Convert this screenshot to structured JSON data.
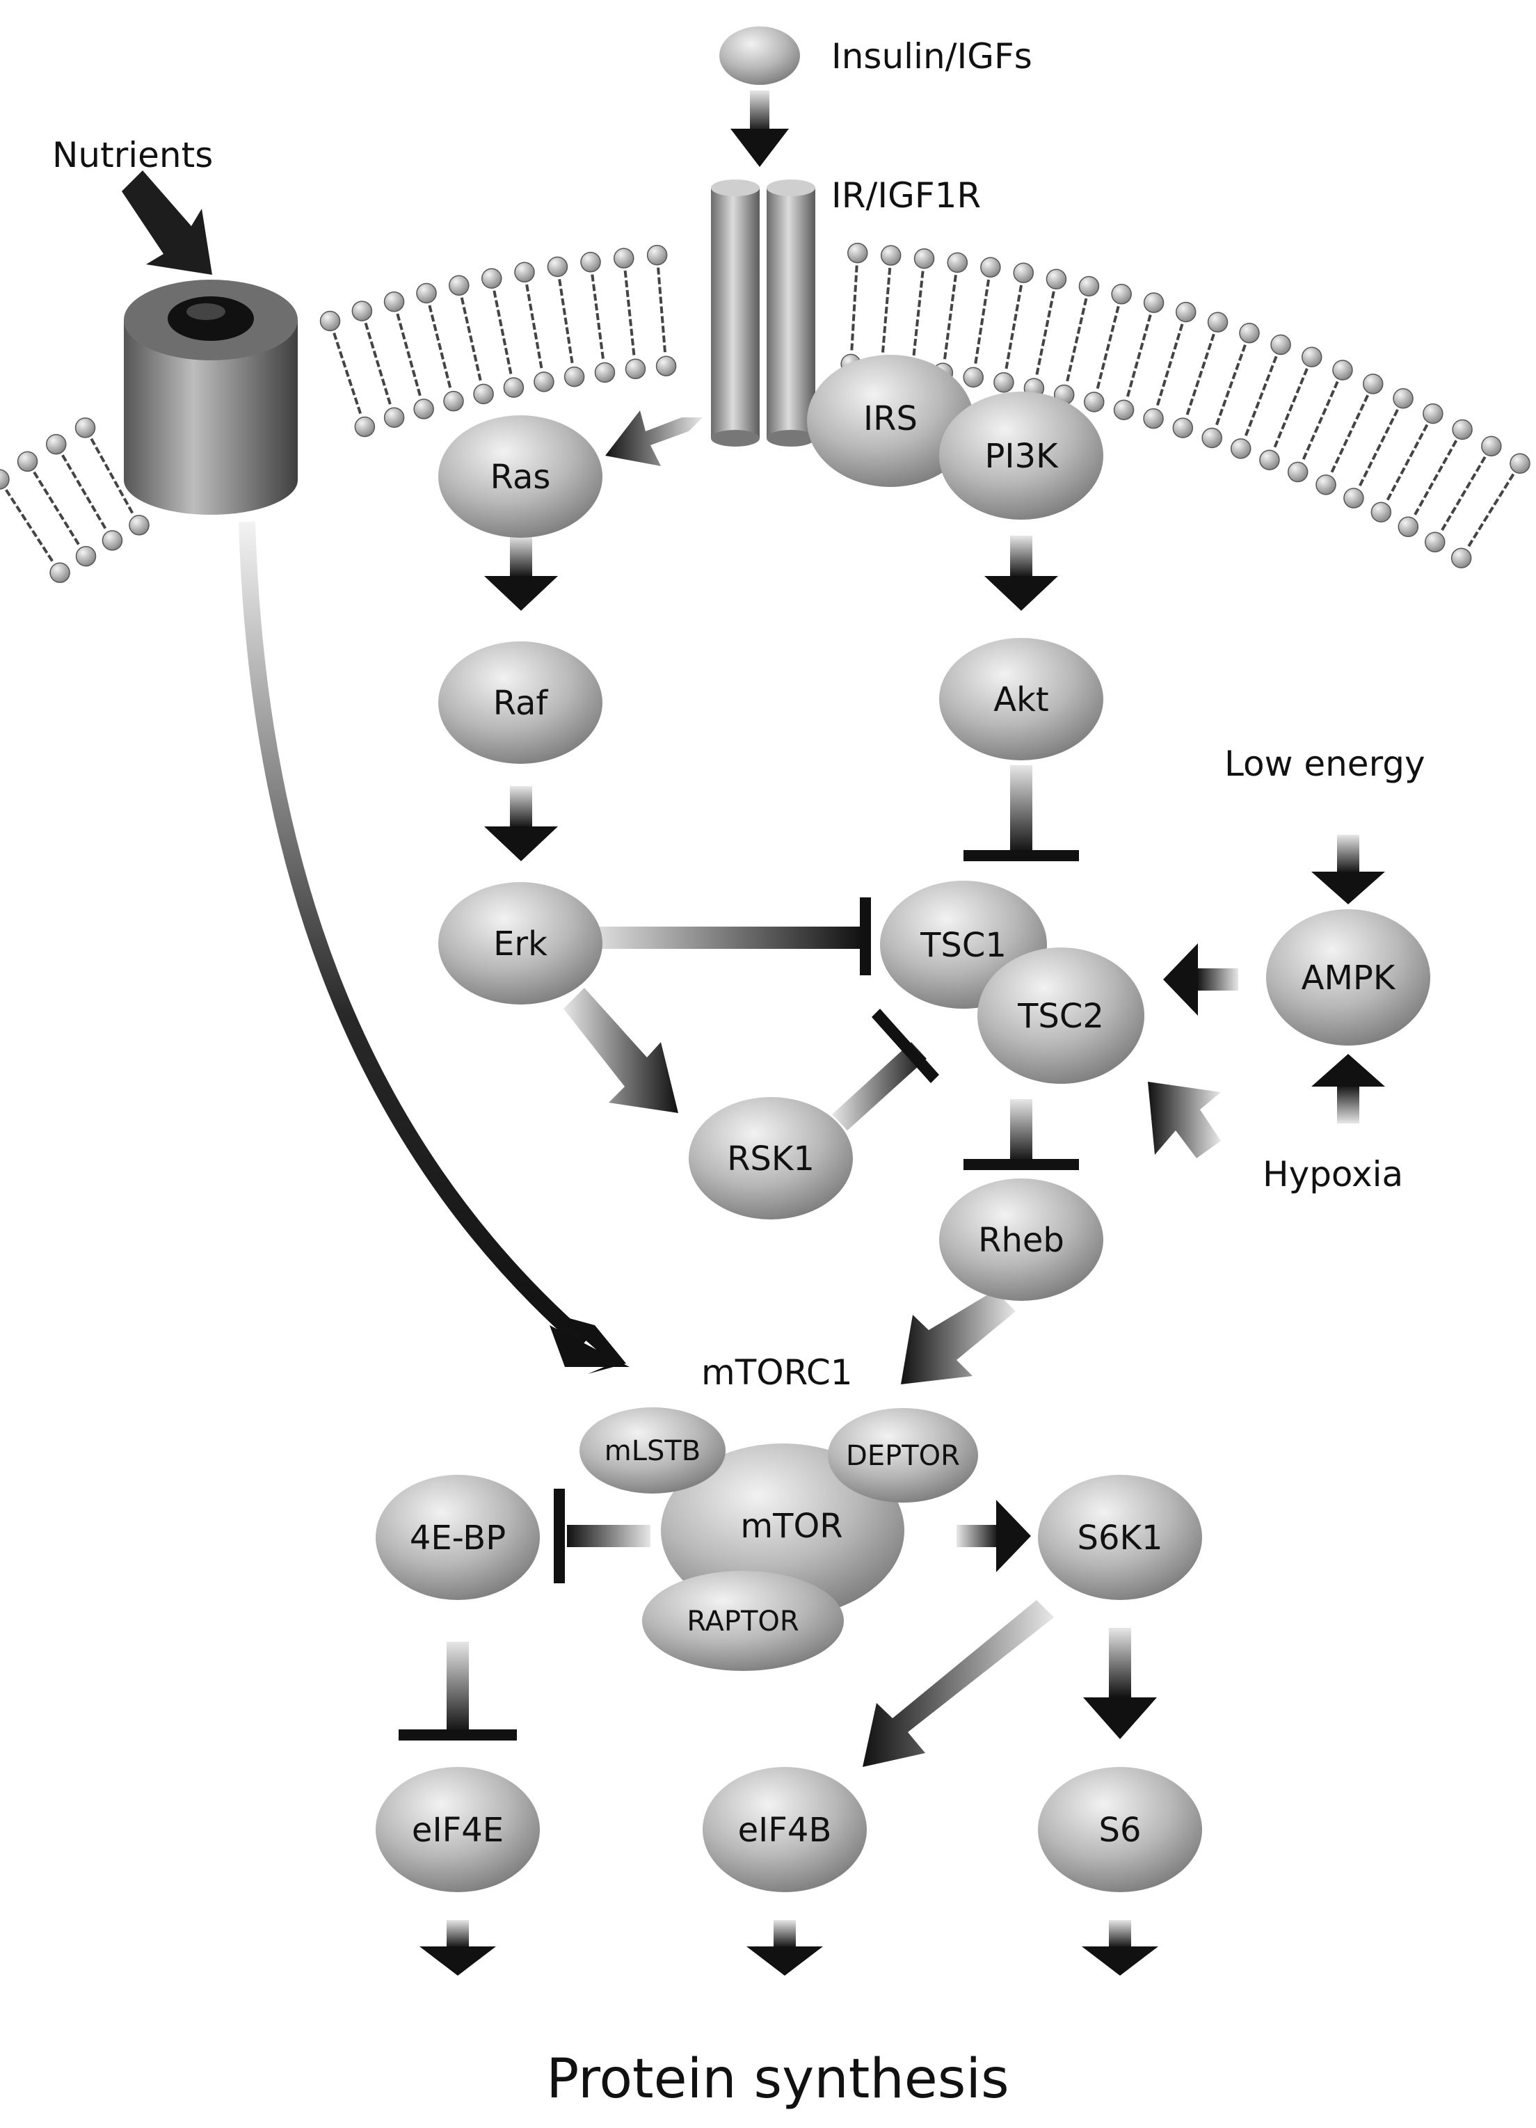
{
  "diagram": {
    "title": "Protein synthesis",
    "labels": {
      "insulin": "Insulin/IGFs",
      "receptor": "IR/IGF1R",
      "nutrients": "Nutrients",
      "low_energy": "Low energy",
      "hypoxia": "Hypoxia",
      "mtorc1": "mTORC1"
    },
    "nodes": {
      "ras": "Ras",
      "raf": "Raf",
      "erk": "Erk",
      "rsk1": "RSK1",
      "irs": "IRS",
      "pi3k": "PI3K",
      "akt": "Akt",
      "tsc1": "TSC1",
      "tsc2": "TSC2",
      "ampk": "AMPK",
      "rheb": "Rheb",
      "mlst8": "mLSTB",
      "deptor": "DEPTOR",
      "mtor": "mTOR",
      "raptor": "RAPTOR",
      "fourebp": "4E-BP",
      "s6k1": "S6K1",
      "eif4e": "eIF4E",
      "eif4b": "eIF4B",
      "s6": "S6"
    },
    "colors": {
      "node_light": "#f2f2f2",
      "node_dark": "#7a7a7a",
      "arrow": "#111111",
      "membrane_head": "#9a9a9a"
    }
  }
}
